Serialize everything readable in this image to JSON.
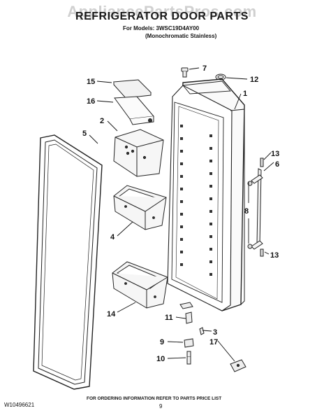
{
  "watermark": "AppliancePartsPros.com",
  "title": "REFRIGERATOR DOOR PARTS",
  "models_line": "For Models: 3WSC19D4AY00",
  "models_subline": "(Monochromatic Stainless)",
  "footer": {
    "doc_id": "W10496621",
    "page_number": "9",
    "ordering_note": "FOR ORDERING INFORMATION REFER TO PARTS PRICE LIST"
  },
  "callouts": {
    "p1": "1",
    "p2": "2",
    "p3": "3",
    "p4": "4",
    "p5": "5",
    "p6": "6",
    "p7": "7",
    "p8": "8",
    "p9": "9",
    "p10": "10",
    "p11": "11",
    "p12": "12",
    "p13a": "13",
    "p13b": "13",
    "p14": "14",
    "p15": "15",
    "p16": "16",
    "p17": "17"
  }
}
